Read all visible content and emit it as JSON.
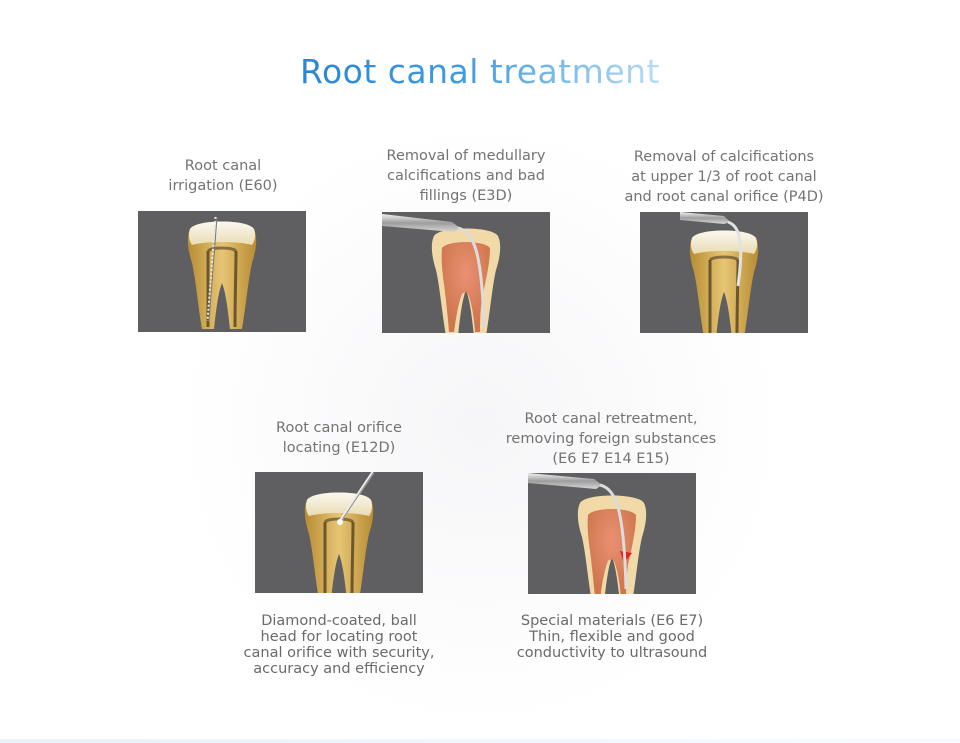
{
  "title": "Root canal treatment",
  "steps": [
    {
      "caption": "Root canal\nirrigation (E60)",
      "tool_icon": "irrigation-file-icon"
    },
    {
      "caption": "Removal of medullary\ncalcifications and bad\nfillings (E3D)",
      "tool_icon": "scaler-tip-icon"
    },
    {
      "caption": "Removal of calcifications\nat upper 1/3 of root canal\nand root canal orifice (P4D)",
      "tool_icon": "scaler-tip-icon"
    },
    {
      "caption": "Root canal orifice\nlocating (E12D)",
      "note": "Diamond-coated, ball\nhead for locating root\ncanal orifice with security,\naccuracy and efficiency",
      "tool_icon": "ball-tip-icon"
    },
    {
      "caption": "Root canal retreatment,\nremoving foreign substances\n(E6 E7 E14 E15)",
      "note": "Special materials (E6 E7)\nThin, flexible and good\nconductivity to ultrasound",
      "tool_icon": "retreatment-tip-icon"
    }
  ],
  "colors": {
    "title_start": "#2a86d6",
    "title_end": "#b9dcf4",
    "panel_bg": "#5f5f61",
    "tooth_dentin": "#d8b25a",
    "tooth_enamel": "#f4efdc",
    "pulp": "#d96a55",
    "foreign_substance": "#e0201b"
  }
}
